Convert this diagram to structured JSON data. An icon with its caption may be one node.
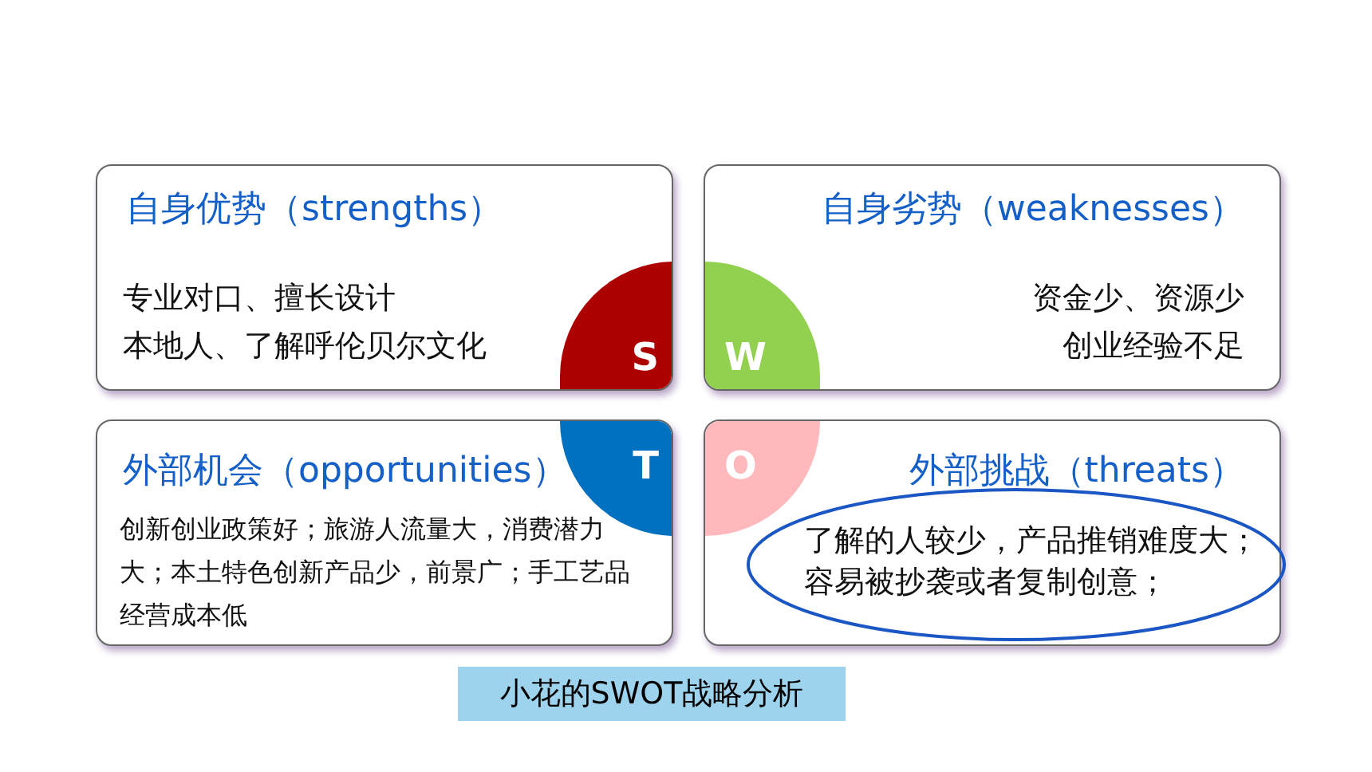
{
  "diagram": {
    "title": "小花的SWOT战略分析",
    "nodes": [
      {
        "text": [
          "自身优势（strengths）",
          "专业对口、擅长设计",
          "本地人、了解呼伦贝尔文化"
        ]
      },
      {
        "text": [
          "S"
        ],
        "in": 0
      },
      {
        "text": [
          "自身劣势（weaknesses）",
          "资金少、资源少",
          "创业经验不足"
        ]
      },
      {
        "text": [
          "W"
        ],
        "in": 2
      },
      {
        "text": [
          "外部机会（opportunities）",
          "创新创业政策好；旅游人流量大，消费潜力大；本土特色创新产品少，前景广；手工艺品经营成本低"
        ]
      },
      {
        "text": [
          "T"
        ],
        "in": 4
      },
      {
        "text": [
          "外部挑战（threats）",
          "了解的人较少，产品推销难度大；",
          "容易被抄袭或者复制创意；"
        ]
      },
      {
        "text": [
          "O"
        ],
        "in": 6
      }
    ]
  }
}
